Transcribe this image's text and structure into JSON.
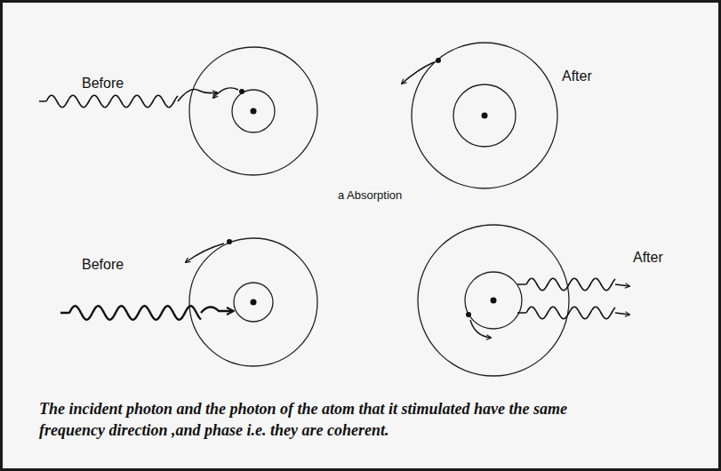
{
  "diagram": {
    "caption": "The incident photon and the photon of the atom that it stimulated have the same frequency direction ,and phase i.e. they are coherent.",
    "labels": [
      "Before",
      "After",
      "a Absorption",
      "Before",
      "After"
    ]
  }
}
